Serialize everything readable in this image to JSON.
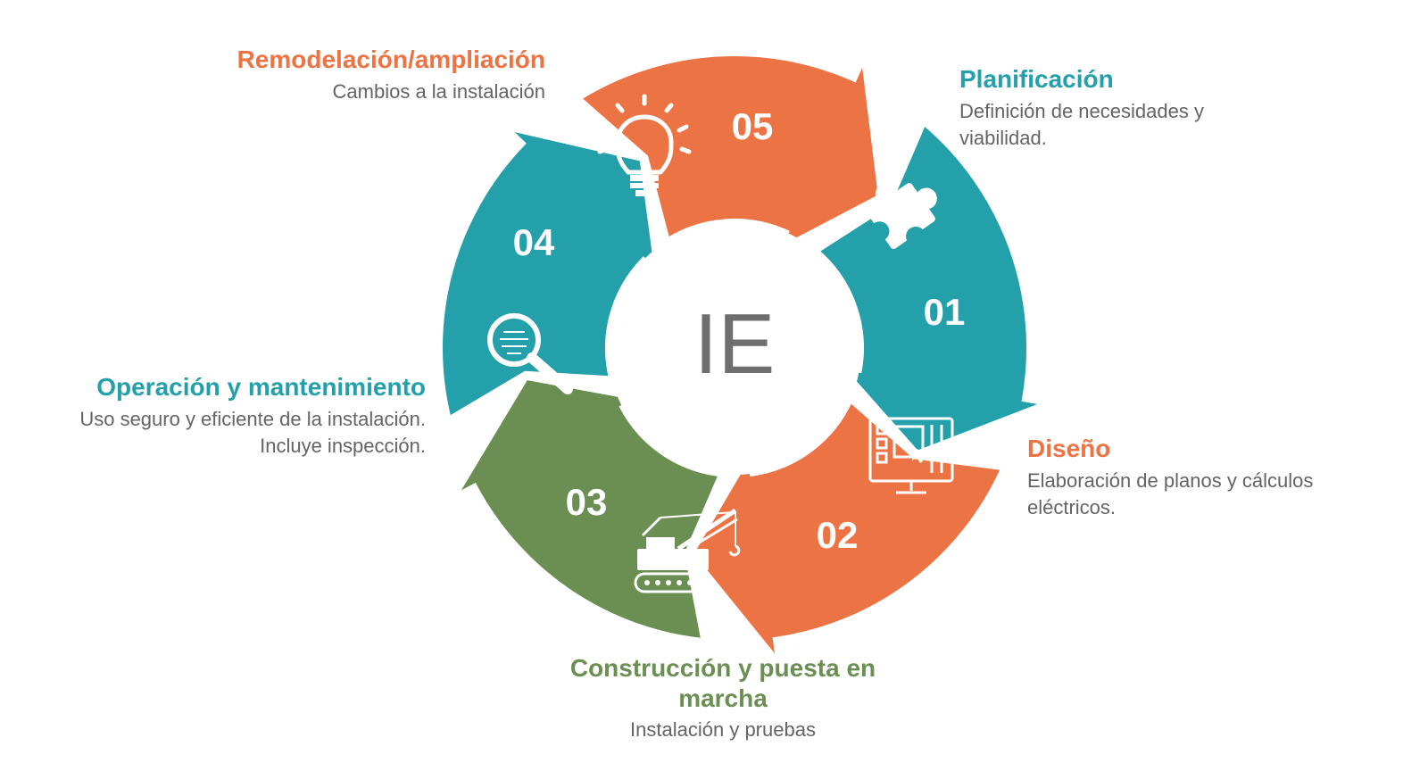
{
  "center_label": "IE",
  "colors": {
    "teal": "#23a0aa",
    "orange": "#ec7343",
    "green": "#6b8f52",
    "center_text": "#6e6e6e",
    "desc_text": "#646464"
  },
  "steps": [
    {
      "number": "01",
      "title": "Planificación",
      "desc_lines": [
        "Definición de necesidades y",
        "viabilidad."
      ],
      "color": "#23a0aa",
      "icon": "puzzle-icon"
    },
    {
      "number": "02",
      "title": "Diseño",
      "desc_lines": [
        "Elaboración de planos y cálculos",
        "eléctricos."
      ],
      "color": "#ec7343",
      "icon": "design-monitor-icon"
    },
    {
      "number": "03",
      "title_lines": [
        "Construcción y puesta en",
        "marcha"
      ],
      "desc_lines": [
        "Instalación y pruebas"
      ],
      "color": "#6b8f52",
      "icon": "crane-icon"
    },
    {
      "number": "04",
      "title": "Operación y mantenimiento",
      "desc_lines": [
        "Uso seguro y eficiente de la instalación.",
        "Incluye inspección."
      ],
      "color": "#23a0aa",
      "icon": "magnifier-icon"
    },
    {
      "number": "05",
      "title": "Remodelación/ampliación",
      "desc_lines": [
        "Cambios a la instalación"
      ],
      "color": "#ec7343",
      "icon": "lightbulb-icon"
    }
  ]
}
